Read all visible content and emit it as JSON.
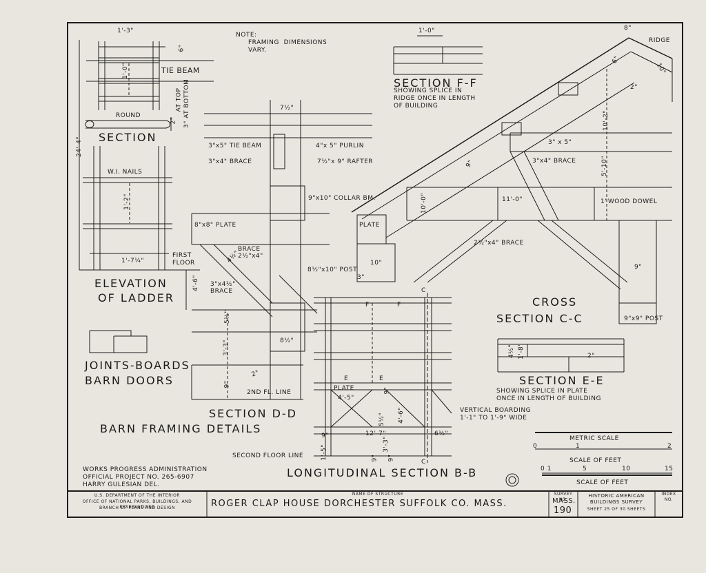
{
  "notes": {
    "note": "NOTE:",
    "note_body": "FRAMING  DIMENSIONS\nVARY."
  },
  "section_ladder": {
    "dim_top": "1'-3\"",
    "dim_side": "24'-4\"",
    "dim_6": "6\"",
    "dim_1_0": "1'-0\"",
    "tie_beam": "TIE BEAM",
    "round": "ROUND",
    "dim_2_top": "2\"",
    "at_top": "AT TOP",
    "dim_3": "3\" AT BOTTOM",
    "title": "SECTION",
    "wi_nails": "W.I. NAILS",
    "dim_1_2": "1'-2\"",
    "dim_1_7": "1'-7¼\"",
    "first_floor": "FIRST\nFLOOR",
    "elev_title_1": "ELEVATION",
    "elev_title_2": "OF LADDER"
  },
  "joints": {
    "line1": "JOINTS-BOARDS",
    "line2": "BARN DOORS"
  },
  "barn_framing": "BARN  FRAMING  DETAILS",
  "section_dd": {
    "dim_7_5": "7½\"",
    "tie_beam": "3\"x5\" TIE BEAM",
    "brace_3x4": "3\"x4\" BRACE",
    "purlin": "4\"x 5\" PURLIN",
    "rafter": "7½\"x 9\"  RAFTER",
    "collar": "9\"x10\" COLLAR BM.",
    "plate": "8\"x8\" PLATE",
    "brace_25": "BRACE\n2½\"x4\"",
    "dim_4_5": "4½\"",
    "dim_4_6": "4'-6\"",
    "brace_3x45": "3\"x4½\"\nBRACE",
    "post": "8½\"x10\" POST",
    "dim_5_5": "5½\"",
    "dim_8_5": "8½\"",
    "dim_3_3": "3'-3\"",
    "dim_9": "9\"",
    "dim_2": "2\"",
    "fl_line": "2ND FL. LINE",
    "title": "SECTION D-D"
  },
  "section_ff": {
    "dim_1_0": "1'-0\"",
    "title": "SECTION F-F",
    "sub1": "SHOWING SPLICE IN",
    "sub2": "RIDGE ONCE IN LENGTH",
    "sub3": "OF BUILDING"
  },
  "section_cc": {
    "dim_8": "8\"",
    "ridge": "RIDGE",
    "dim_6": "6\"",
    "dim_10": "10\"",
    "dim_2": "2\"",
    "dim_10_2": "10'-2\"",
    "dim_3x5": "3\" x 5\"",
    "brace_3x4": "3\"x4\" BRACE",
    "dim_5_10": "5'-10\"",
    "dim_9": "9\"",
    "dim_11_0": "11'-0\"",
    "dim_10_0": "10'-0\"",
    "dowel": "1\"WOOD DOWEL",
    "plate": "PLATE",
    "dim_10b": "10\"",
    "dim_3b": "3\"",
    "brace_25": "2½\"x4\" BRACE",
    "dim_9b": "9\"",
    "title1": "CROSS",
    "title2": "SECTION C-C",
    "post": "9\"x9\" POST"
  },
  "section_ee": {
    "dim_4_5": "4½\"",
    "dim_1_8": "1'-8\"",
    "dim_2": "2\"",
    "title": "SECTION E-E",
    "sub1": "SHOWING SPLICE IN PLATE",
    "sub2": "ONCE IN LENGTH OF BUILDING"
  },
  "section_bb": {
    "c_top": "C",
    "f1": "F",
    "f2": "F",
    "e1": "E",
    "e2": "E",
    "plate": "PLATE",
    "dim_4_5": "4'-5\"",
    "dim_9": "9\"",
    "dim_4_6": "4'-6\"",
    "dim_5_5": "5½\"",
    "dim_12_7": "12'-7\"",
    "dim_6_5": "6½\"",
    "dim_9b": "9\"",
    "dim_3_3": "3'-3\"",
    "dim_9c": "9\"",
    "dim_9d": "9\"",
    "dim_15": "1'-5\"",
    "vert1": "VERTICAL  BOARDING",
    "vert2": "1'-1\" TO 1'-9\" WIDE",
    "second_floor": "SECOND FLOOR LINE",
    "c_bottom": "C",
    "title": "LONGITUDINAL SECTION  B-B"
  },
  "scales": {
    "metric": "METRIC SCALE",
    "m0": "0",
    "m1": "1",
    "m2": "2",
    "feet": "SCALE OF FEET",
    "f0": "0 1",
    "f5": "5",
    "f10": "10",
    "f15": "15",
    "feet2": "SCALE OF FEET"
  },
  "credits": {
    "line1": "WORKS  PROGRESS  ADMINISTRATION",
    "line2": "OFFICIAL  PROJECT  NO. 265-6907",
    "line3": "HARRY  GULESIAN     DEL."
  },
  "title_block": {
    "agency1": "U.S. DEPARTMENT OF THE INTERIOR",
    "agency2": "OFFICE OF NATIONAL PARKS, BUILDINGS, AND RESERVATIONS",
    "agency3": "BRANCH OF PLANS AND DESIGN",
    "name_label": "NAME OF STRUCTURE",
    "name": "ROGER CLAP HOUSE  DORCHESTER  SUFFOLK CO. MASS.",
    "survey_label": "SURVEY NO.",
    "survey_state": "MASS.",
    "survey_no": "190",
    "habs1": "HISTORIC AMERICAN",
    "habs2": "BUILDINGS SURVEY",
    "sheet": "SHEET 25 OF 30 SHEETS",
    "index": "INDEX NO."
  }
}
